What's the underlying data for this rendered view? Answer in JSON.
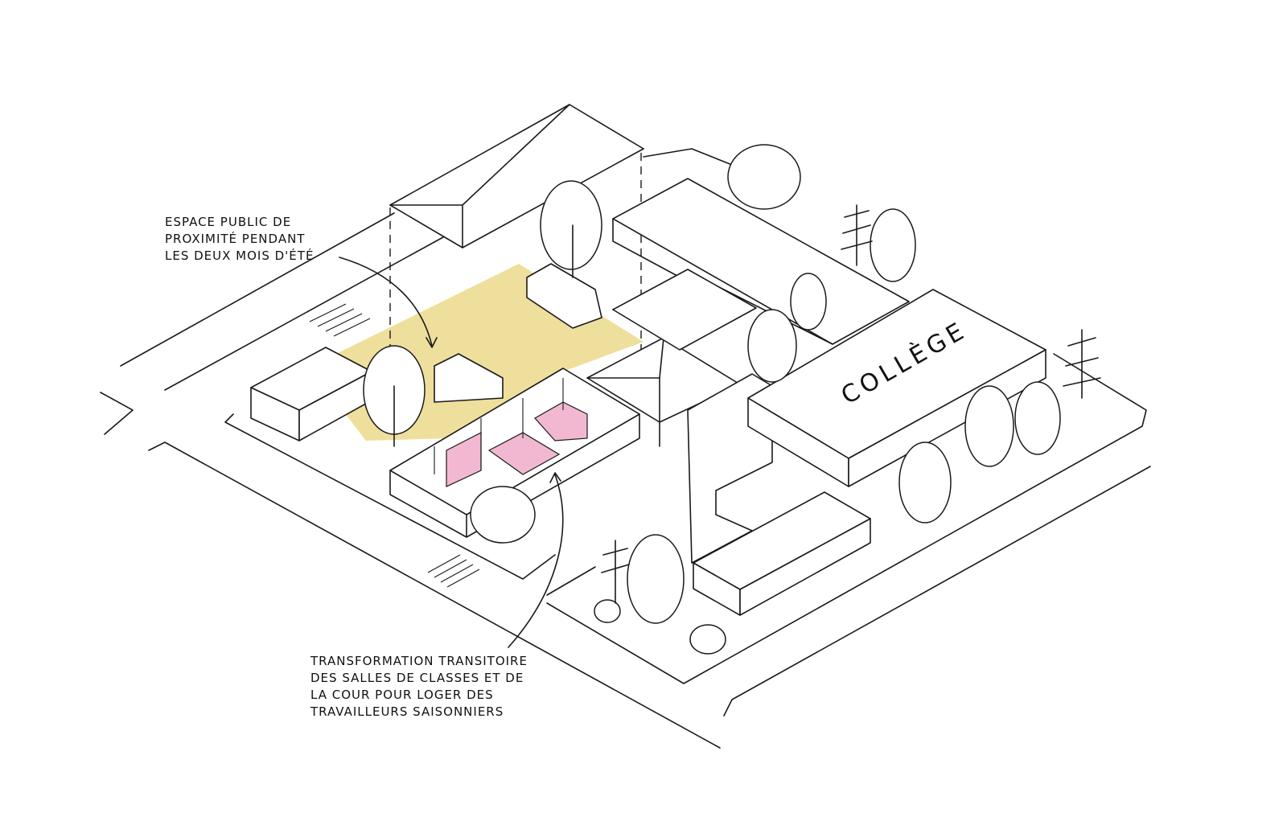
{
  "annotations": {
    "public_space": "ESPACE PUBLIC DE\nPROXIMITÉ PENDANT\nLES DEUX MOIS D'ÉTÉ",
    "transformation": "TRANSFORMATION TRANSITOIRE\nDES SALLES DE CLASSES ET DE\nLA COUR POUR LOGER DES\nTRAVAILLEURS SAISONNIERS"
  },
  "building_label": "COLLÈGE",
  "colors": {
    "public_space_fill": "#efdf9c",
    "housing_fill": "#f2b8d2",
    "line": "#1a1a1a"
  }
}
